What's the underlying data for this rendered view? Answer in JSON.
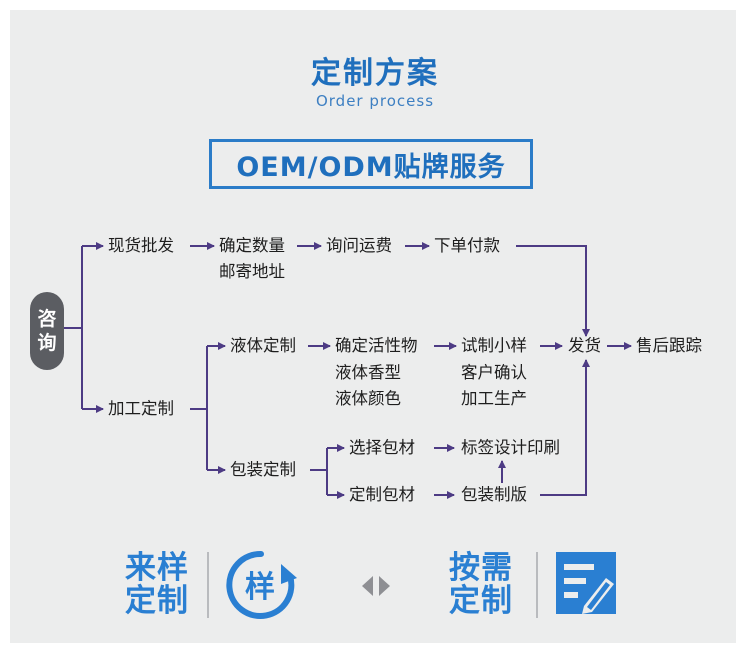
{
  "header": {
    "title": "定制方案",
    "subtitle": "Order process",
    "service": "OEM/ODM贴牌服务"
  },
  "consult": {
    "char1": "咨",
    "char2": "询"
  },
  "flow": {
    "stock": "现货批发",
    "confirm_qty": "确定数量",
    "postal_addr": "邮寄地址",
    "ask_freight": "询问运费",
    "place_order": "下单付款",
    "custom": "加工定制",
    "liquid_custom": "液体定制",
    "confirm_active": "确定活性物",
    "liquid_fragrance": "液体香型",
    "liquid_color": "液体颜色",
    "trial_sample": "试制小样",
    "customer_confirm": "客户确认",
    "production": "加工生产",
    "ship": "发货",
    "after_sales": "售后跟踪",
    "package_custom": "包装定制",
    "choose_material": "选择包材",
    "label_design": "标签设计印刷",
    "custom_material": "定制包材",
    "package_plate": "包装制版"
  },
  "footer": {
    "sample_line1": "来样",
    "sample_line2": "定制",
    "sample_icon_char": "样",
    "demand_line1": "按需",
    "demand_line2": "定制",
    "sample_icon": "refresh-circle-icon",
    "exchange_icon": "exchange-arrows-icon",
    "demand_icon": "document-edit-icon"
  },
  "colors": {
    "brand_blue": "#2a7fd2",
    "arrow_purple": "#4d3b84",
    "consult_gray": "#5b5d62",
    "panel_bg": "#eceded"
  }
}
